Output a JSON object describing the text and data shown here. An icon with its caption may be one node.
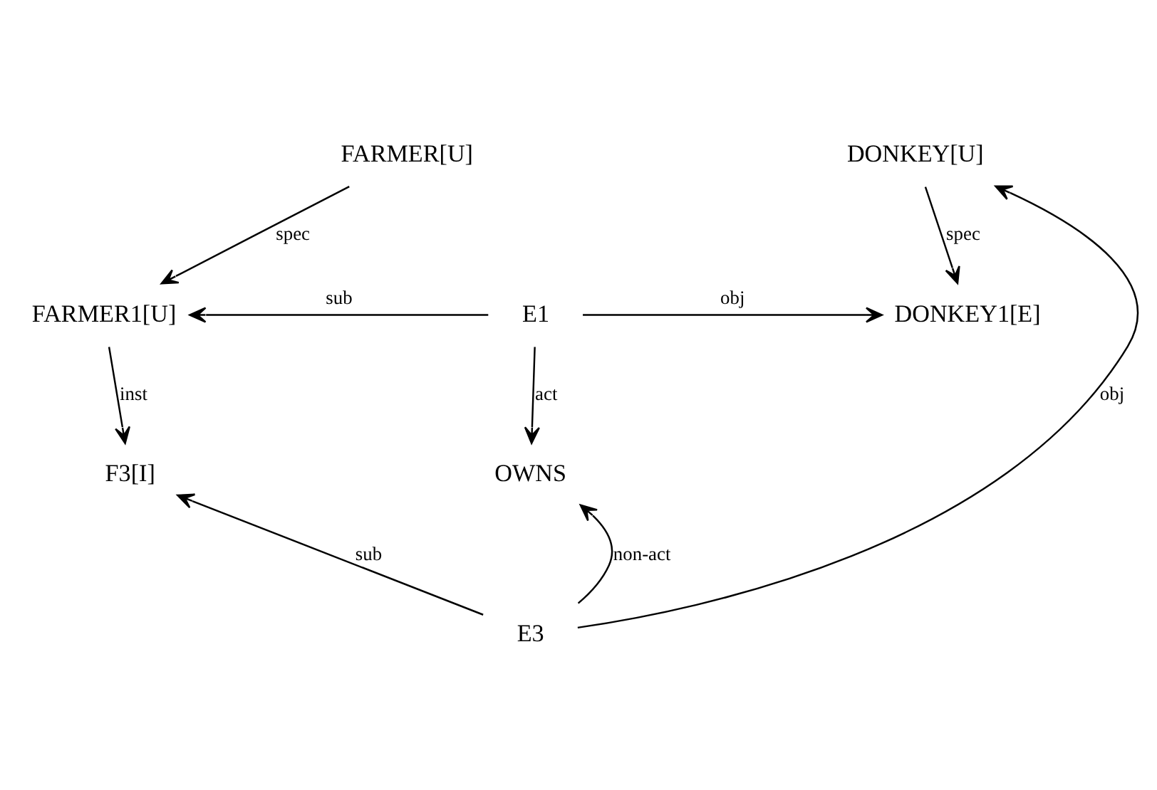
{
  "diagram": {
    "nodes": [
      {
        "text": [
          "FARMER[U]"
        ]
      },
      {
        "text": [
          "DONKEY[U]"
        ]
      },
      {
        "text": [
          "FARMER1[U]"
        ]
      },
      {
        "text": [
          "DONKEY1[E]"
        ]
      },
      {
        "text": [
          "E1"
        ]
      },
      {
        "text": [
          "F3[I]"
        ]
      },
      {
        "text": [
          "OWNS"
        ]
      },
      {
        "text": [
          "E3"
        ]
      }
    ],
    "edges": [
      {
        "from": 0,
        "to": 2,
        "arrow": "to",
        "label": "spec"
      },
      {
        "from": 1,
        "to": 3,
        "arrow": "to",
        "label": "spec"
      },
      {
        "from": 4,
        "to": 2,
        "arrow": "to",
        "label": "sub"
      },
      {
        "from": 4,
        "to": 3,
        "arrow": "to",
        "label": "obj"
      },
      {
        "from": 2,
        "to": 5,
        "arrow": "to",
        "label": "inst"
      },
      {
        "from": 4,
        "to": 6,
        "arrow": "to",
        "label": "act"
      },
      {
        "from": 7,
        "to": 6,
        "arrow": "to",
        "label": "non-act"
      },
      {
        "from": 7,
        "to": 1,
        "arrow": "to",
        "label": "obj"
      },
      {
        "from": 7,
        "to": 5,
        "arrow": "to",
        "label": "sub"
      }
    ]
  }
}
